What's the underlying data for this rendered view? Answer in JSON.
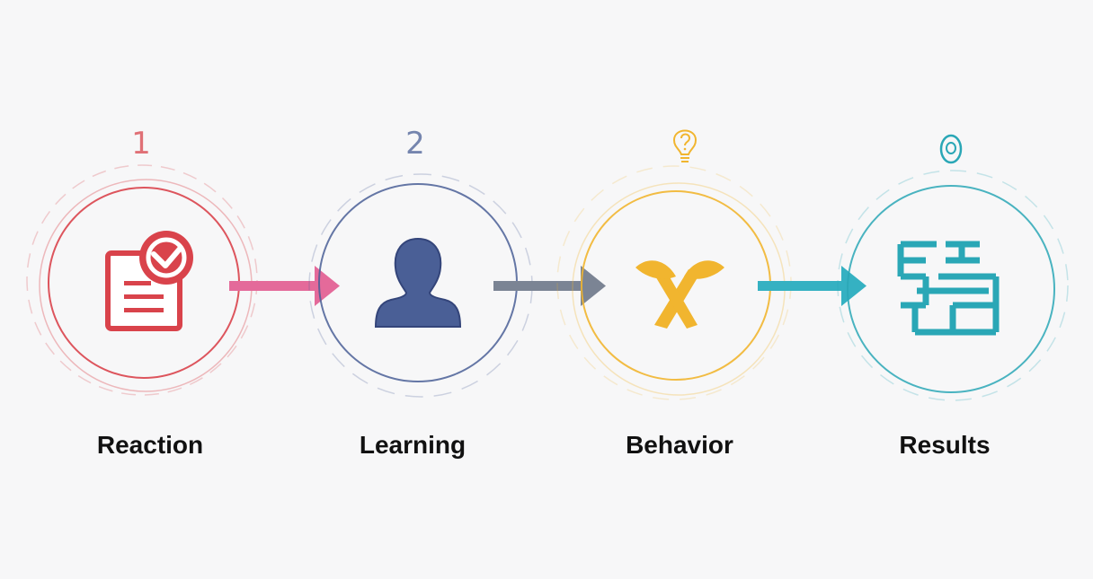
{
  "steps": [
    {
      "number": "1",
      "label": "Reaction",
      "color": "#d9434b",
      "icon": "survey-checkmark-icon"
    },
    {
      "number": "2",
      "label": "Learning",
      "color": "#4a5f96",
      "icon": "person-bust-icon"
    },
    {
      "number": "",
      "label": "Behavior",
      "color": "#f1b52f",
      "icon": "crossed-tools-icon",
      "number_icon": "lightbulb-question-icon"
    },
    {
      "number": "",
      "label": "Results",
      "color": "#2aa7b6",
      "icon": "results-grid-icon",
      "number_icon": "zero-glyph-icon"
    }
  ],
  "arrows": [
    {
      "color": "#e46a9a"
    },
    {
      "color": "#7b8494"
    },
    {
      "color": "#35b1c2"
    }
  ]
}
